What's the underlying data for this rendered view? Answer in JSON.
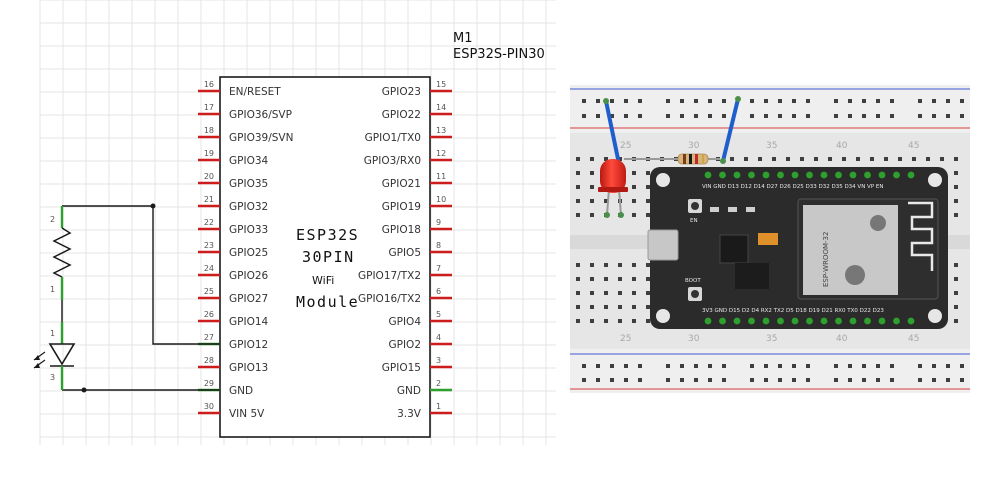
{
  "part": {
    "ref": "M1",
    "name": "ESP32S-PIN30"
  },
  "module_text": {
    "line1": "ESP32S",
    "line2": "30PIN",
    "line3": "WiFi",
    "line4": "Module"
  },
  "left_pins": [
    {
      "num": "16",
      "label": "EN/RESET"
    },
    {
      "num": "17",
      "label": "GPIO36/SVP"
    },
    {
      "num": "18",
      "label": "GPIO39/SVN"
    },
    {
      "num": "19",
      "label": "GPIO34"
    },
    {
      "num": "20",
      "label": "GPIO35"
    },
    {
      "num": "21",
      "label": "GPIO32"
    },
    {
      "num": "22",
      "label": "GPIO33"
    },
    {
      "num": "23",
      "label": "GPIO25"
    },
    {
      "num": "24",
      "label": "GPIO26"
    },
    {
      "num": "25",
      "label": "GPIO27"
    },
    {
      "num": "26",
      "label": "GPIO14"
    },
    {
      "num": "27",
      "label": "GPIO12"
    },
    {
      "num": "28",
      "label": "GPIO13"
    },
    {
      "num": "29",
      "label": "GND"
    },
    {
      "num": "30",
      "label": "VIN 5V"
    }
  ],
  "right_pins": [
    {
      "num": "15",
      "label": "GPIO23"
    },
    {
      "num": "14",
      "label": "GPIO22"
    },
    {
      "num": "13",
      "label": "GPIO1/TX0"
    },
    {
      "num": "12",
      "label": "GPIO3/RX0"
    },
    {
      "num": "11",
      "label": "GPIO21"
    },
    {
      "num": "10",
      "label": "GPIO19"
    },
    {
      "num": "9",
      "label": "GPIO18"
    },
    {
      "num": "8",
      "label": "GPIO5"
    },
    {
      "num": "7",
      "label": "GPIO17/TX2"
    },
    {
      "num": "6",
      "label": "GPIO16/TX2"
    },
    {
      "num": "5",
      "label": "GPIO4"
    },
    {
      "num": "4",
      "label": "GPIO2"
    },
    {
      "num": "3",
      "label": "GPIO15"
    },
    {
      "num": "2",
      "label": "GND"
    },
    {
      "num": "1",
      "label": "3.3V"
    }
  ],
  "resistor_pins": {
    "top": "2",
    "bottom": "1"
  },
  "led_pins": {
    "top": "1",
    "bottom": "3"
  },
  "breadboard": {
    "column_numbers": [
      "25",
      "30",
      "35",
      "40",
      "45"
    ],
    "board_top_labels": "VIN GND D13 D12 D14 D27 D26 D25 D33 D32 D35 D34 VN VP EN",
    "board_bottom_labels": "3V3 GND D15 D2 D4 RX2 TX2 D5 D18 D19 D21 RX0 TX0 D22 D23",
    "en_label": "EN",
    "boot_label": "BOOT",
    "module_label": "ESP-WROOM-32"
  },
  "colors": {
    "wire": "#1a1a1a",
    "pin": "#cc1c1c",
    "pin_connected": "#2ea02e",
    "grid": "#e4e4e4",
    "jumper": "#1f5fcc",
    "led": "#e0241e",
    "board": "#2b2b2b"
  }
}
